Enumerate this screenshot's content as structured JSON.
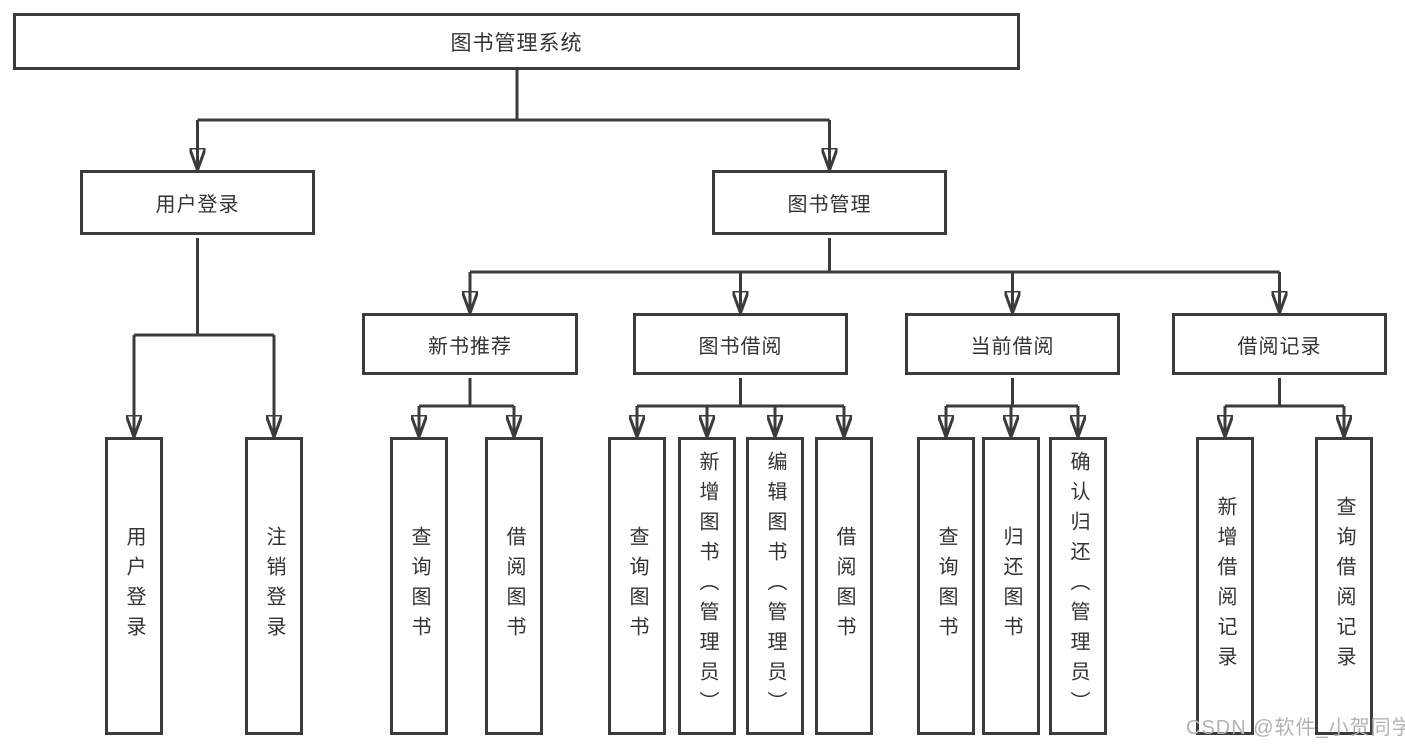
{
  "diagram": {
    "root": {
      "label": "图书管理系统"
    },
    "branches": [
      {
        "label": "用户登录",
        "children": [
          {
            "label": "用户登录"
          },
          {
            "label": "注销登录"
          }
        ]
      },
      {
        "label": "图书管理",
        "children": [
          {
            "label": "新书推荐",
            "children": [
              {
                "label": "查询图书"
              },
              {
                "label": "借阅图书"
              }
            ]
          },
          {
            "label": "图书借阅",
            "children": [
              {
                "label": "查询图书"
              },
              {
                "label": "新增图书（管理员）"
              },
              {
                "label": "编辑图书（管理员）"
              },
              {
                "label": "借阅图书"
              }
            ]
          },
          {
            "label": "当前借阅",
            "children": [
              {
                "label": "查询图书"
              },
              {
                "label": "归还图书"
              },
              {
                "label": "确认归还（管理员）"
              }
            ]
          },
          {
            "label": "借阅记录",
            "children": [
              {
                "label": "新增借阅记录"
              },
              {
                "label": "查询借阅记录"
              }
            ]
          }
        ]
      }
    ]
  },
  "watermark": {
    "label": "CSDN @软件_小贺同学"
  },
  "colors": {
    "line": "#3b3b3b",
    "text": "#333333",
    "background": "#ffffff",
    "watermark": "#b3b3b3"
  }
}
